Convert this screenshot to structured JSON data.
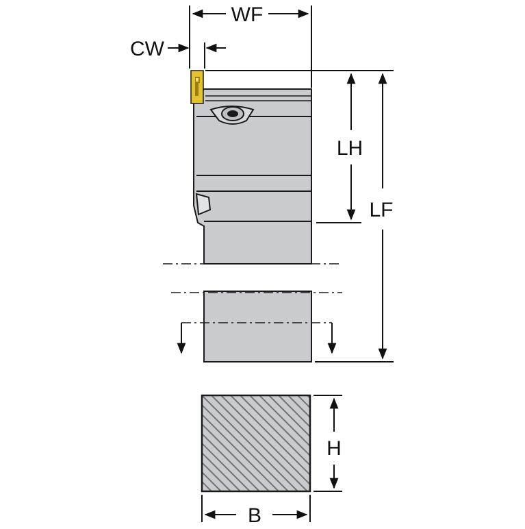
{
  "labels": {
    "wf": "WF",
    "cw": "CW",
    "lh": "LH",
    "lf": "LF",
    "h": "H",
    "b": "B"
  },
  "colors": {
    "body_fill": "#c9cbcf",
    "outline": "#1a1a1a",
    "insert_fill": "#e3c430",
    "insert_dark": "#9c7e10",
    "hatch": "#6f7276",
    "dimension": "#111111"
  }
}
